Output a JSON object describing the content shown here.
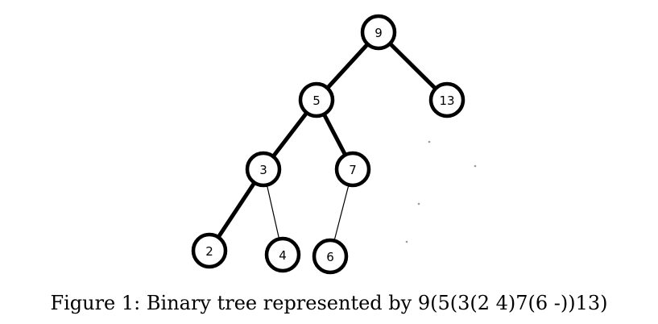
{
  "figure": {
    "caption": "Figure 1: Binary tree represented by 9(5(3(2 4)7(6 -))13)",
    "tree": {
      "nodes": [
        {
          "id": "n9",
          "label": "9"
        },
        {
          "id": "n5",
          "label": "5"
        },
        {
          "id": "n13",
          "label": "13"
        },
        {
          "id": "n3",
          "label": "3"
        },
        {
          "id": "n7",
          "label": "7"
        },
        {
          "id": "n2",
          "label": "2"
        },
        {
          "id": "n4",
          "label": "4"
        },
        {
          "id": "n6",
          "label": "6"
        }
      ],
      "edges": [
        {
          "from": "n9",
          "to": "n5",
          "style": "thick"
        },
        {
          "from": "n9",
          "to": "n13",
          "style": "thick"
        },
        {
          "from": "n5",
          "to": "n3",
          "style": "thick"
        },
        {
          "from": "n5",
          "to": "n7",
          "style": "thick"
        },
        {
          "from": "n3",
          "to": "n2",
          "style": "thick"
        },
        {
          "from": "n3",
          "to": "n4",
          "style": "thin"
        },
        {
          "from": "n7",
          "to": "n6",
          "style": "thin"
        }
      ]
    }
  }
}
